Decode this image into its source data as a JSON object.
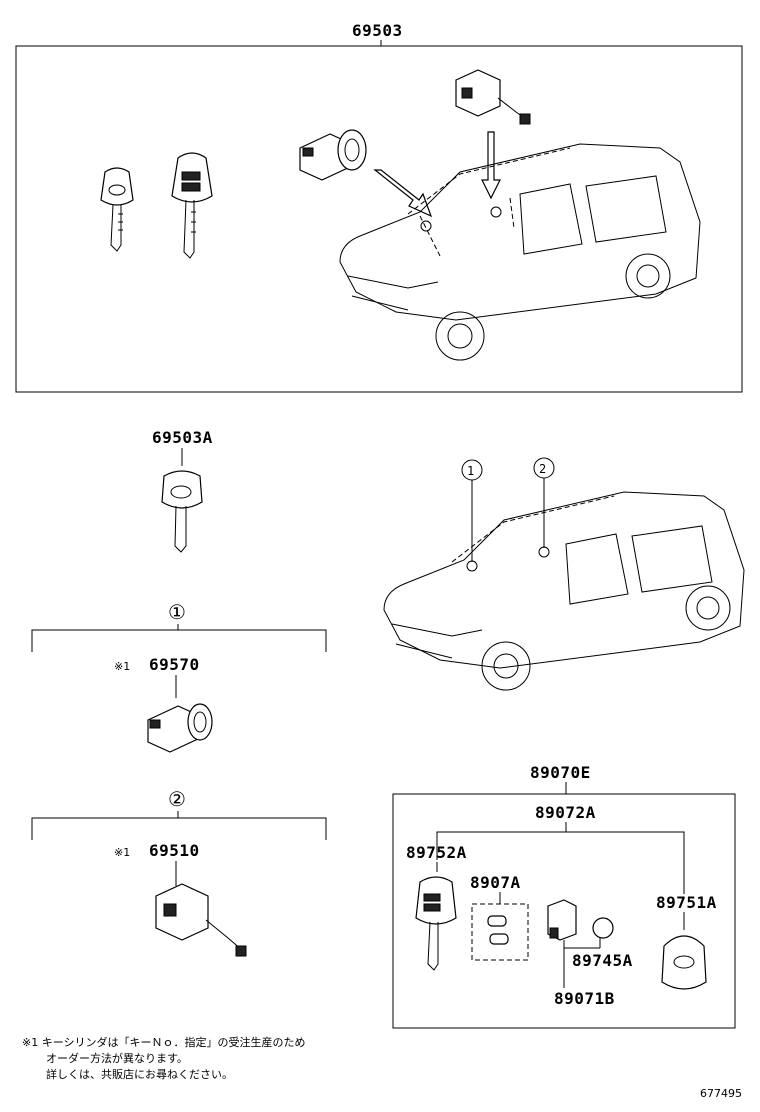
{
  "parts": {
    "p69503": "69503",
    "p69503A": "69503A",
    "c1": "①",
    "c2": "②",
    "p69570": "69570",
    "p69510": "69510",
    "ref69570": "※1",
    "ref69510": "※1",
    "p89070E": "89070E",
    "p89072A": "89072A",
    "p89752A": "89752A",
    "p8907A": "8907A",
    "p89751A": "89751A",
    "p89745A": "89745A",
    "p89071B": "89071B",
    "car_c1": "1",
    "car_c2": "2"
  },
  "note": {
    "line1": "※1 キーシリンダは「キーＮｏ．指定」の受注生産のため",
    "line2": "オーダー方法が異なります。",
    "line3": "詳しくは、共販店にお尋ねください。"
  },
  "figure_id": "677495"
}
